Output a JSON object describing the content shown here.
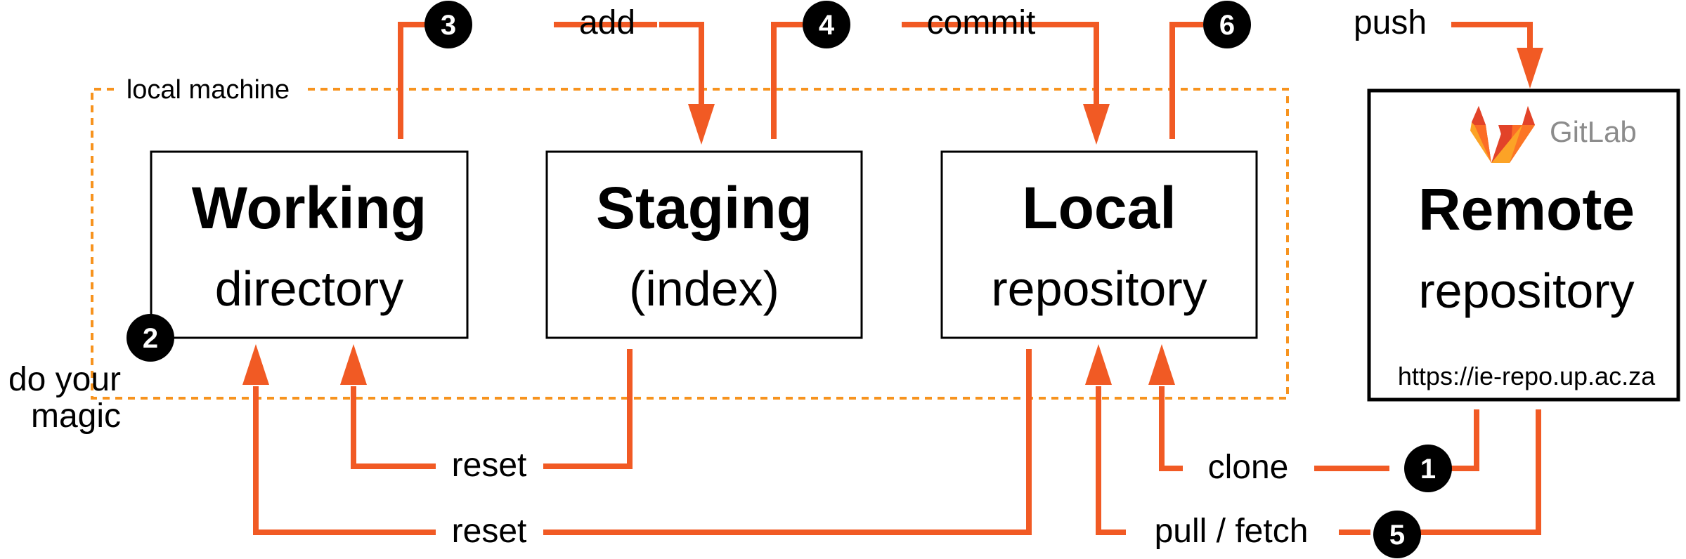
{
  "boundary": {
    "label": "local machine",
    "color": "#f7931e"
  },
  "accent": "#f15a24",
  "boxes": {
    "working": {
      "title": "Working",
      "subtitle": "directory"
    },
    "staging": {
      "title": "Staging",
      "subtitle": "(index)"
    },
    "local": {
      "title": "Local",
      "subtitle": "repository"
    },
    "remote": {
      "title": "Remote",
      "subtitle": "repository",
      "url": "https://ie-repo.up.ac.za",
      "logo_text": "GitLab"
    }
  },
  "side_note": {
    "line1": "do your",
    "line2": "magic"
  },
  "steps": {
    "add": {
      "number": "3",
      "label": "add"
    },
    "commit": {
      "number": "4",
      "label": "commit"
    },
    "push": {
      "number": "6",
      "label": "push"
    },
    "magic": {
      "number": "2"
    },
    "clone": {
      "number": "1",
      "label": "clone"
    },
    "pull": {
      "number": "5",
      "label": "pull / fetch"
    },
    "reset_staging": {
      "label": "reset"
    },
    "reset_local": {
      "label": "reset"
    }
  }
}
